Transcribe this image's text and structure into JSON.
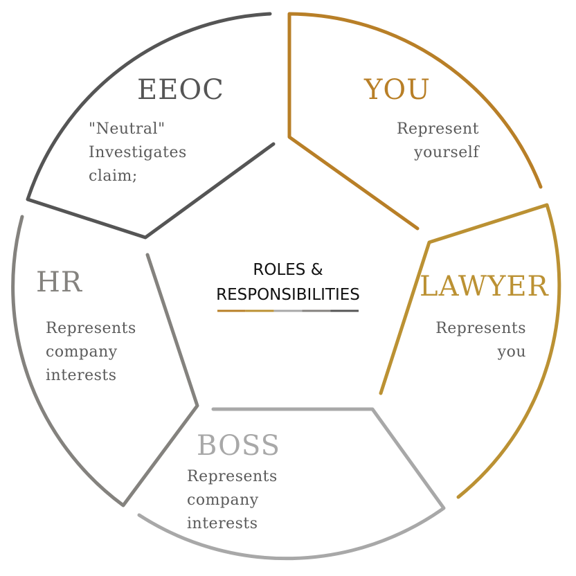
{
  "center": {
    "line1": "ROLES &",
    "line2": "RESPONSIBILITIES"
  },
  "segments": {
    "eeoc": {
      "title": "EEOC",
      "lines": [
        "\"Neutral\"",
        "Investigates",
        "claim;"
      ],
      "color": "#555555"
    },
    "you": {
      "title": "YOU",
      "lines": [
        "Represent",
        "yourself"
      ],
      "color": "#b87f27"
    },
    "lawyer": {
      "title": "LAWYER",
      "lines": [
        "Represents",
        "you"
      ],
      "color": "#bb9133"
    },
    "boss": {
      "title": "BOSS",
      "lines": [
        "Represents",
        "company",
        "interests"
      ],
      "color": "#a8a8a8"
    },
    "hr": {
      "title": "HR",
      "lines": [
        "Represents",
        "company",
        "interests"
      ],
      "color": "#84827e"
    }
  },
  "underline_colors": [
    "#b87f27",
    "#bb9133",
    "#a8a8a8",
    "#84827e",
    "#555555"
  ]
}
